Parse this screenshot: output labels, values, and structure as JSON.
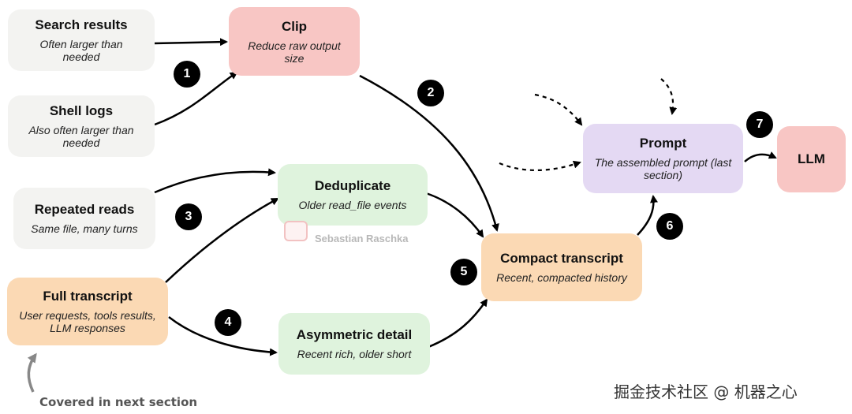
{
  "nodes": {
    "search_results": {
      "title": "Search results",
      "subtitle": "Often larger than needed"
    },
    "shell_logs": {
      "title": "Shell logs",
      "subtitle": "Also often larger than needed"
    },
    "repeated_reads": {
      "title": "Repeated reads",
      "subtitle": "Same file, many turns"
    },
    "full_transcript": {
      "title": "Full transcript",
      "subtitle": "User requests, tools results, LLM responses"
    },
    "clip": {
      "title": "Clip",
      "subtitle": "Reduce raw output size"
    },
    "deduplicate": {
      "title": "Deduplicate",
      "subtitle": "Older read_file events"
    },
    "asymmetric_detail": {
      "title": "Asymmetric detail",
      "subtitle": "Recent rich, older short"
    },
    "compact_transcript": {
      "title": "Compact transcript",
      "subtitle": "Recent, compacted history"
    },
    "prompt": {
      "title": "Prompt",
      "subtitle": "The assembled prompt (last section)"
    },
    "llm": {
      "title": "LLM"
    }
  },
  "badges": [
    "1",
    "2",
    "3",
    "4",
    "5",
    "6",
    "7"
  ],
  "annotation": "Covered in next section",
  "watermark": "Sebastian Raschka",
  "corner_text": "掘金技术社区 @ 机器之心",
  "colors": {
    "gray": "#f3f3f1",
    "red": "#f8c6c4",
    "green": "#dff3dd",
    "orange": "#fbd9b4",
    "purple": "#e4d9f3",
    "badge": "#000000"
  }
}
